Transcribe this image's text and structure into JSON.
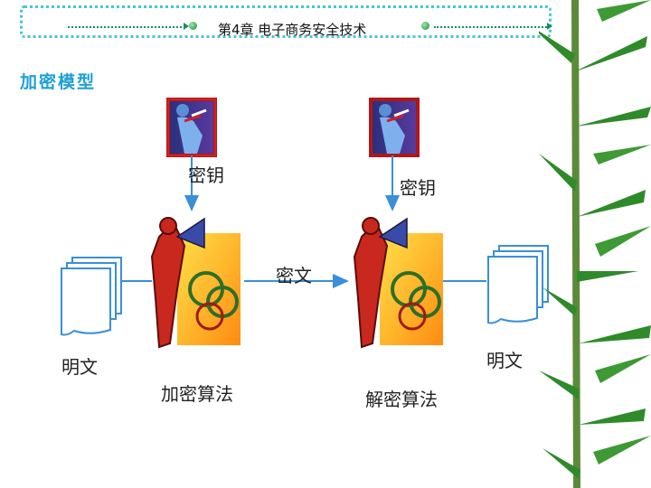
{
  "header": {
    "title": "第4章  电子商务安全技术"
  },
  "slide_title": "加密模型",
  "diagram": {
    "key_label_left": "密钥",
    "key_label_right": "密钥",
    "ciphertext_label": "密文",
    "plaintext_label_left": "明文",
    "plaintext_label_right": "明文",
    "encrypt_algorithm_label": "加密算法",
    "decrypt_algorithm_label": "解密算法"
  },
  "colors": {
    "arrow_blue": "#3a8fd8",
    "title_blue": "#1d9fd6",
    "frame_cyan": "#46c7cf",
    "bamboo_green": "#2f8a2a"
  }
}
